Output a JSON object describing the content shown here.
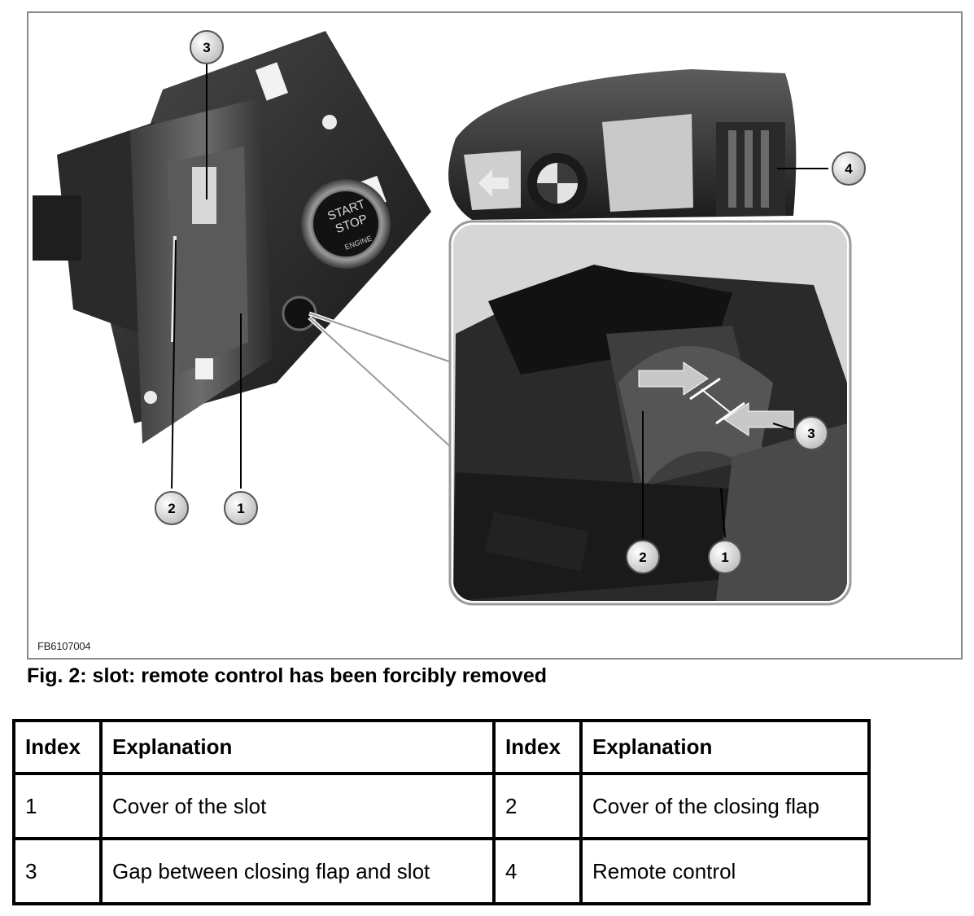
{
  "figure": {
    "code": "FB6107004",
    "start_stop_text": [
      "START",
      "STOP"
    ],
    "engine_text": "ENGINE",
    "callouts": {
      "main_3": "3",
      "main_2": "2",
      "main_1": "1",
      "main_4": "4",
      "inset_3": "3",
      "inset_2": "2",
      "inset_1": "1"
    }
  },
  "caption": "Fig. 2: slot: remote control has been forcibly removed",
  "table": {
    "headers": [
      "Index",
      "Explanation",
      "Index",
      "Explanation"
    ],
    "rows": [
      [
        "1",
        "Cover of the slot",
        "2",
        "Cover of the closing flap"
      ],
      [
        "3",
        "Gap between closing flap and slot",
        "4",
        "Remote control"
      ]
    ]
  }
}
